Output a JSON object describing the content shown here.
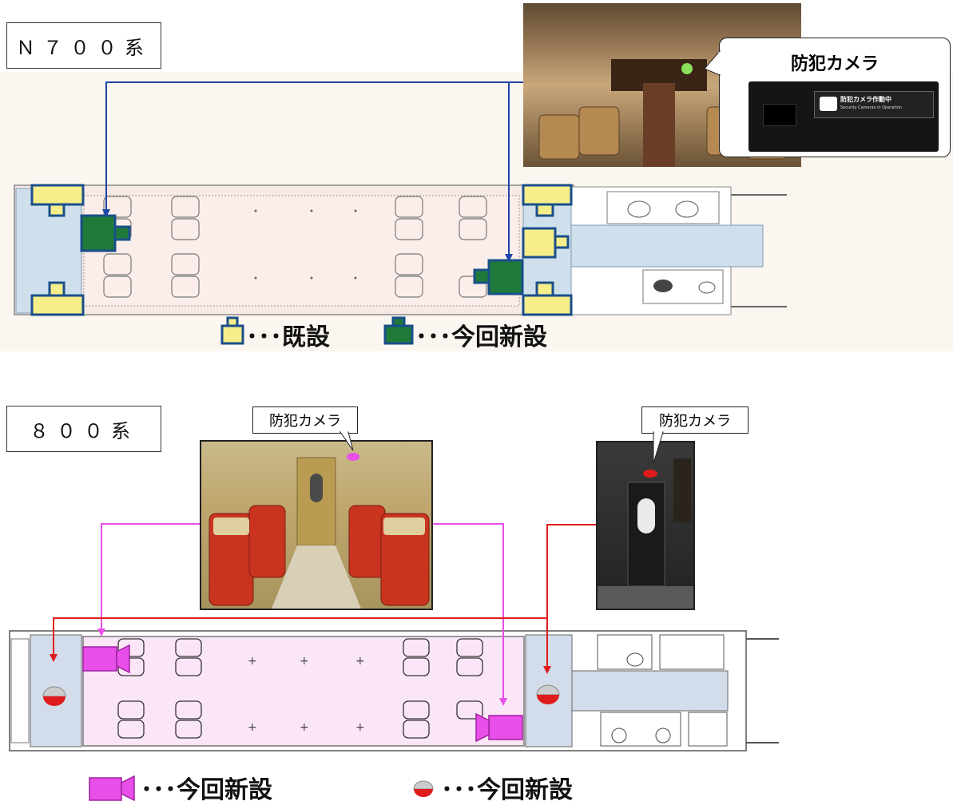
{
  "n700": {
    "title": "Ｎ７００系",
    "camera_callout": "防犯カメラ",
    "sign_text": "防犯カメラ作動中",
    "sign_subtext": "Security Cameras in Operation",
    "legend_existing": "･･･既設",
    "legend_new": "･･･今回新設"
  },
  "s800": {
    "title": "８００系",
    "camera_callout_left": "防犯カメラ",
    "camera_callout_right": "防犯カメラ",
    "legend_new_box": "･･･今回新設",
    "legend_new_dome": "･･･今回新設"
  },
  "colors": {
    "existing_yellow": "#f6ee8a",
    "new_green": "#1f7a3a",
    "frame_blue": "#1a4f8a",
    "arrow_blue": "#1d44a8",
    "magenta": "#e84ee8",
    "red": "#e01b1b"
  }
}
